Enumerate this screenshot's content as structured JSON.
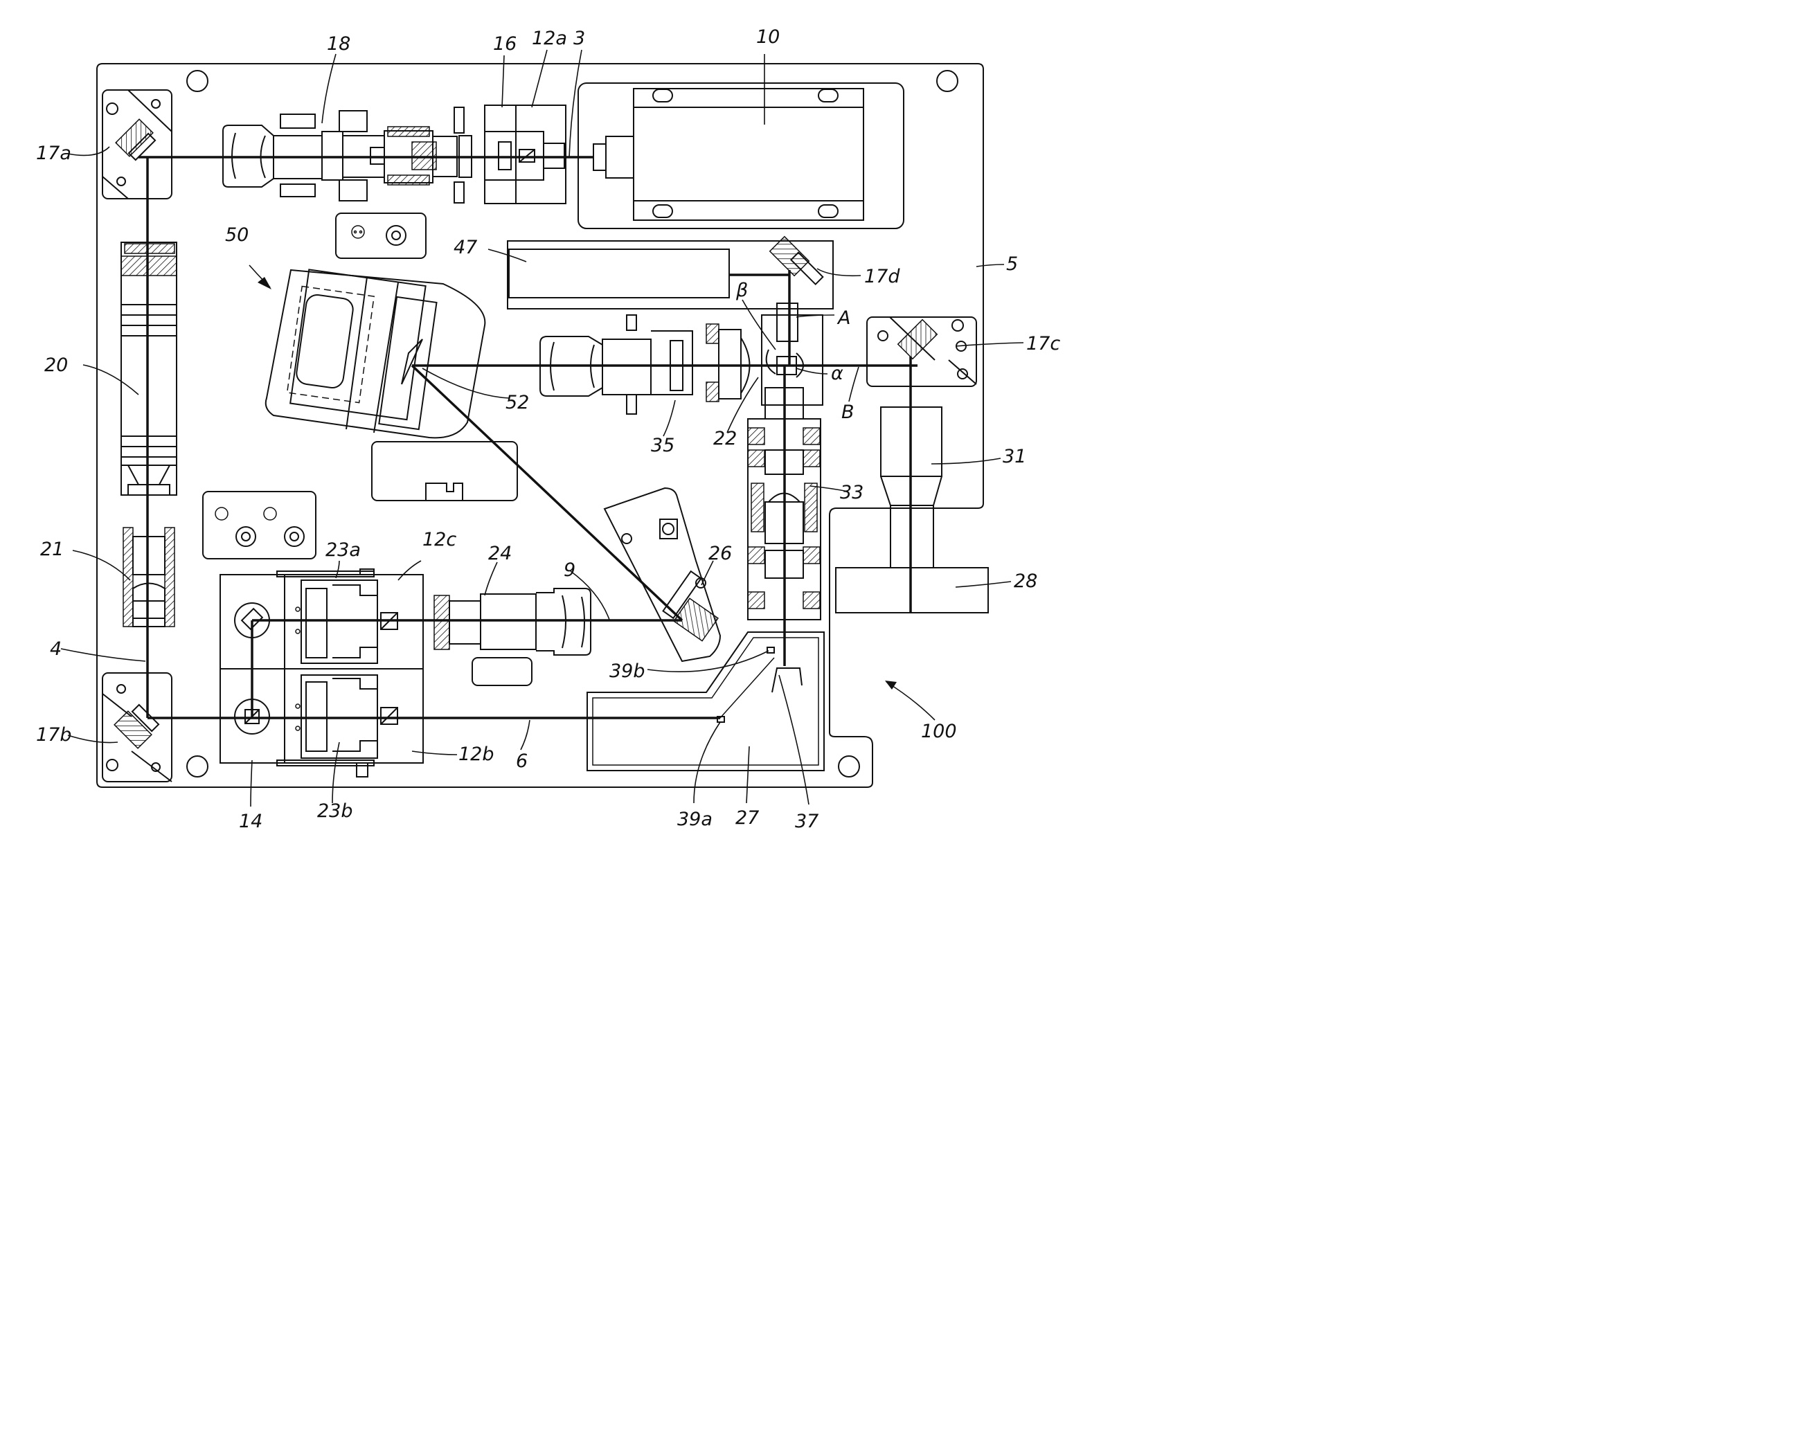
{
  "figure": {
    "reference_labels": [
      {
        "id": "10",
        "text": "10"
      },
      {
        "id": "3",
        "text": "3"
      },
      {
        "id": "12a",
        "text": "12a"
      },
      {
        "id": "16",
        "text": "16"
      },
      {
        "id": "18",
        "text": "18"
      },
      {
        "id": "17a",
        "text": "17a"
      },
      {
        "id": "50",
        "text": "50"
      },
      {
        "id": "47",
        "text": "47"
      },
      {
        "id": "17d",
        "text": "17d"
      },
      {
        "id": "5",
        "text": "5"
      },
      {
        "id": "beta",
        "text": "β"
      },
      {
        "id": "A",
        "text": "A"
      },
      {
        "id": "17c",
        "text": "17c"
      },
      {
        "id": "20",
        "text": "20"
      },
      {
        "id": "alpha",
        "text": "α"
      },
      {
        "id": "B",
        "text": "B"
      },
      {
        "id": "52",
        "text": "52"
      },
      {
        "id": "35",
        "text": "35"
      },
      {
        "id": "22",
        "text": "22"
      },
      {
        "id": "31",
        "text": "31"
      },
      {
        "id": "33",
        "text": "33"
      },
      {
        "id": "21",
        "text": "21"
      },
      {
        "id": "23a",
        "text": "23a"
      },
      {
        "id": "12c",
        "text": "12c"
      },
      {
        "id": "24",
        "text": "24"
      },
      {
        "id": "9",
        "text": "9"
      },
      {
        "id": "26",
        "text": "26"
      },
      {
        "id": "28",
        "text": "28"
      },
      {
        "id": "4",
        "text": "4"
      },
      {
        "id": "39b",
        "text": "39b"
      },
      {
        "id": "100",
        "text": "100"
      },
      {
        "id": "17b",
        "text": "17b"
      },
      {
        "id": "12b",
        "text": "12b"
      },
      {
        "id": "6",
        "text": "6"
      },
      {
        "id": "14",
        "text": "14"
      },
      {
        "id": "23b",
        "text": "23b"
      },
      {
        "id": "39a",
        "text": "39a"
      },
      {
        "id": "27",
        "text": "27"
      },
      {
        "id": "37",
        "text": "37"
      }
    ]
  }
}
